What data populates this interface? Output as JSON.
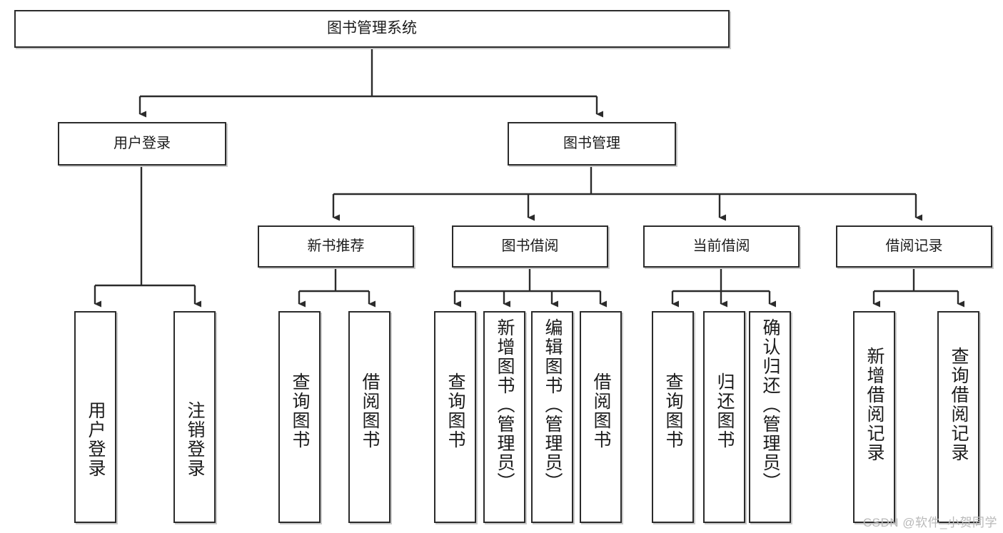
{
  "diagram": {
    "title": "图书管理系统",
    "type": "tree-hierarchy",
    "watermark": "CSDN @软件_小贺同学",
    "colors": {
      "stroke": "#2b2b2b",
      "fill": "#ffffff",
      "shadow": "#c9c9c9",
      "watermark": "#b9b9b9"
    },
    "root": {
      "label": "图书管理系统"
    },
    "tier2": [
      {
        "label": "用户登录"
      },
      {
        "label": "图书管理"
      }
    ],
    "tier3": [
      {
        "label": "新书推荐"
      },
      {
        "label": "图书借阅"
      },
      {
        "label": "当前借阅"
      },
      {
        "label": "借阅记录"
      }
    ],
    "leaves": {
      "user_login": [
        {
          "label": "用户登录"
        },
        {
          "label": "注销登录"
        }
      ],
      "new_book_recommend": [
        {
          "label": "查询图书"
        },
        {
          "label": "借阅图书"
        }
      ],
      "book_borrow": [
        {
          "label": "查询图书"
        },
        {
          "label": "新增图书（管理员）"
        },
        {
          "label": "编辑图书（管理员）"
        },
        {
          "label": "借阅图书"
        }
      ],
      "current_borrow": [
        {
          "label": "查询图书"
        },
        {
          "label": "归还图书"
        },
        {
          "label": "确认归还（管理员）"
        }
      ],
      "borrow_record": [
        {
          "label": "新增借阅记录"
        },
        {
          "label": "查询借阅记录"
        }
      ]
    }
  }
}
